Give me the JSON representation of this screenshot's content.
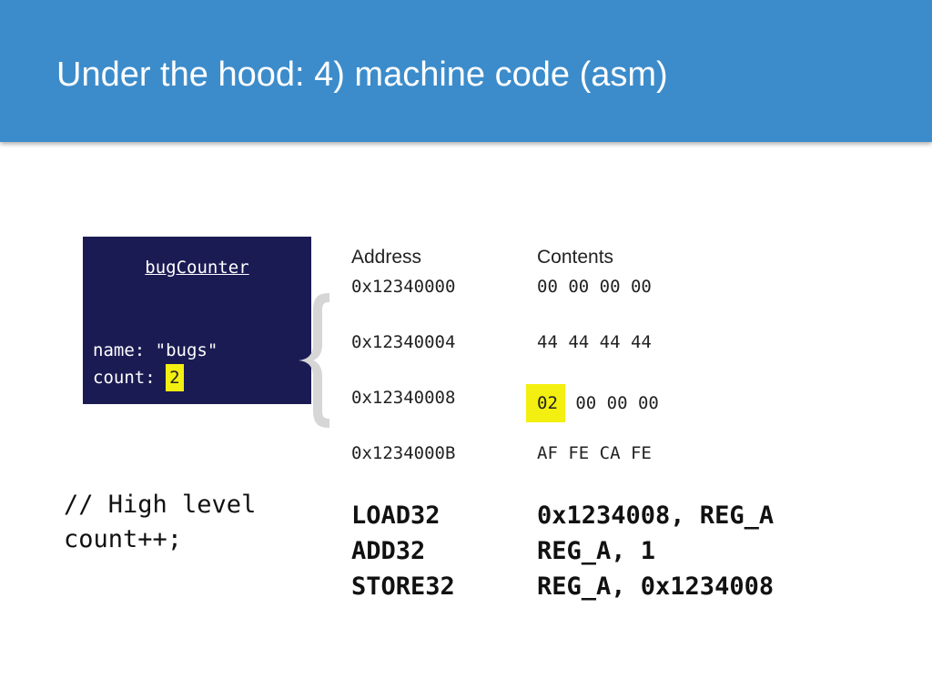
{
  "slide": {
    "title": "Under the hood: 4) machine code (asm)"
  },
  "object": {
    "name": "bugCounter",
    "name_field": "name: \"bugs\"",
    "count_label": "count:",
    "count_value": "2"
  },
  "memory": {
    "headers": {
      "address": "Address",
      "contents": "Contents"
    },
    "rows": [
      {
        "address": "0x12340000",
        "contents": "00 00 00 00"
      },
      {
        "address": "0x12340004",
        "contents": "44 44 44 44"
      },
      {
        "address": "0x12340008",
        "highlight_byte": "02",
        "contents_rest": "00 00 00"
      },
      {
        "address": "0x1234000B",
        "contents": "AF FE CA FE"
      }
    ]
  },
  "high_level": {
    "lines": [
      "// High level",
      "count++;"
    ]
  },
  "asm": {
    "lines": [
      {
        "op": "LOAD32",
        "args": "0x1234008, REG_A"
      },
      {
        "op": "ADD32",
        "args": "REG_A, 1"
      },
      {
        "op": "STORE32",
        "args": "REG_A, 0x1234008"
      }
    ]
  },
  "colors": {
    "header_bg": "#3c8ccb",
    "object_bg": "#1b1b54",
    "highlight": "#f3ef10",
    "brace": "#d6d6d6"
  }
}
